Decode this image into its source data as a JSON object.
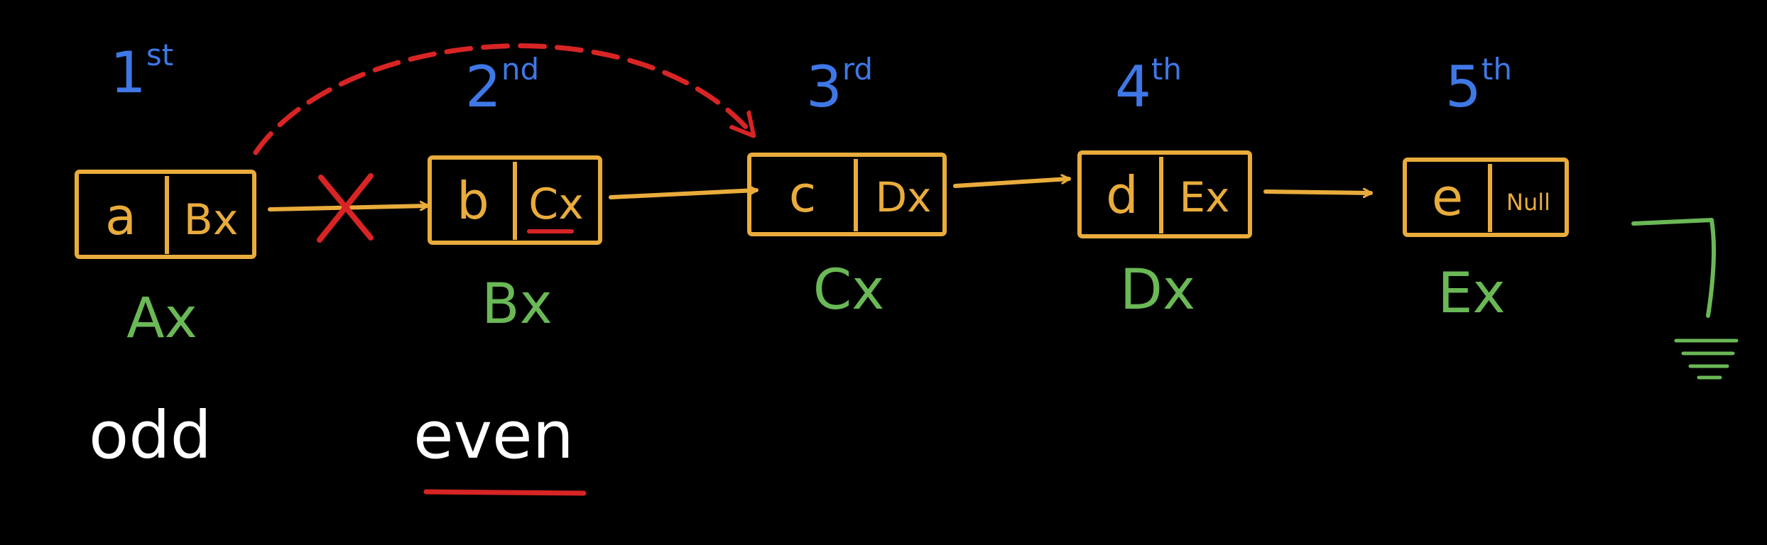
{
  "colors": {
    "background": "#000000",
    "node": "#e9ac3c",
    "ordinal": "#3f78e6",
    "address": "#6ab856",
    "value": "#e9ac3c",
    "red": "#d82424",
    "label": "#ffffff"
  },
  "nodes": [
    {
      "ordinal_base": "1",
      "ordinal_sup": "st",
      "value": "a",
      "next": "Bx",
      "address": "Ax"
    },
    {
      "ordinal_base": "2",
      "ordinal_sup": "nd",
      "value": "b",
      "next": "Cx",
      "address": "Bx"
    },
    {
      "ordinal_base": "3",
      "ordinal_sup": "rd",
      "value": "c",
      "next": "Dx",
      "address": "Cx"
    },
    {
      "ordinal_base": "4",
      "ordinal_sup": "th",
      "value": "d",
      "next": "Ex",
      "address": "Dx"
    },
    {
      "ordinal_base": "5",
      "ordinal_sup": "th",
      "value": "e",
      "next": "Null",
      "address": "Ex"
    }
  ],
  "labels": {
    "odd": "odd",
    "even": "even"
  },
  "icons": {
    "cross": "cross-mark-icon",
    "ground": "ground-symbol-icon",
    "curve": "dashed-curved-arrow-icon"
  }
}
